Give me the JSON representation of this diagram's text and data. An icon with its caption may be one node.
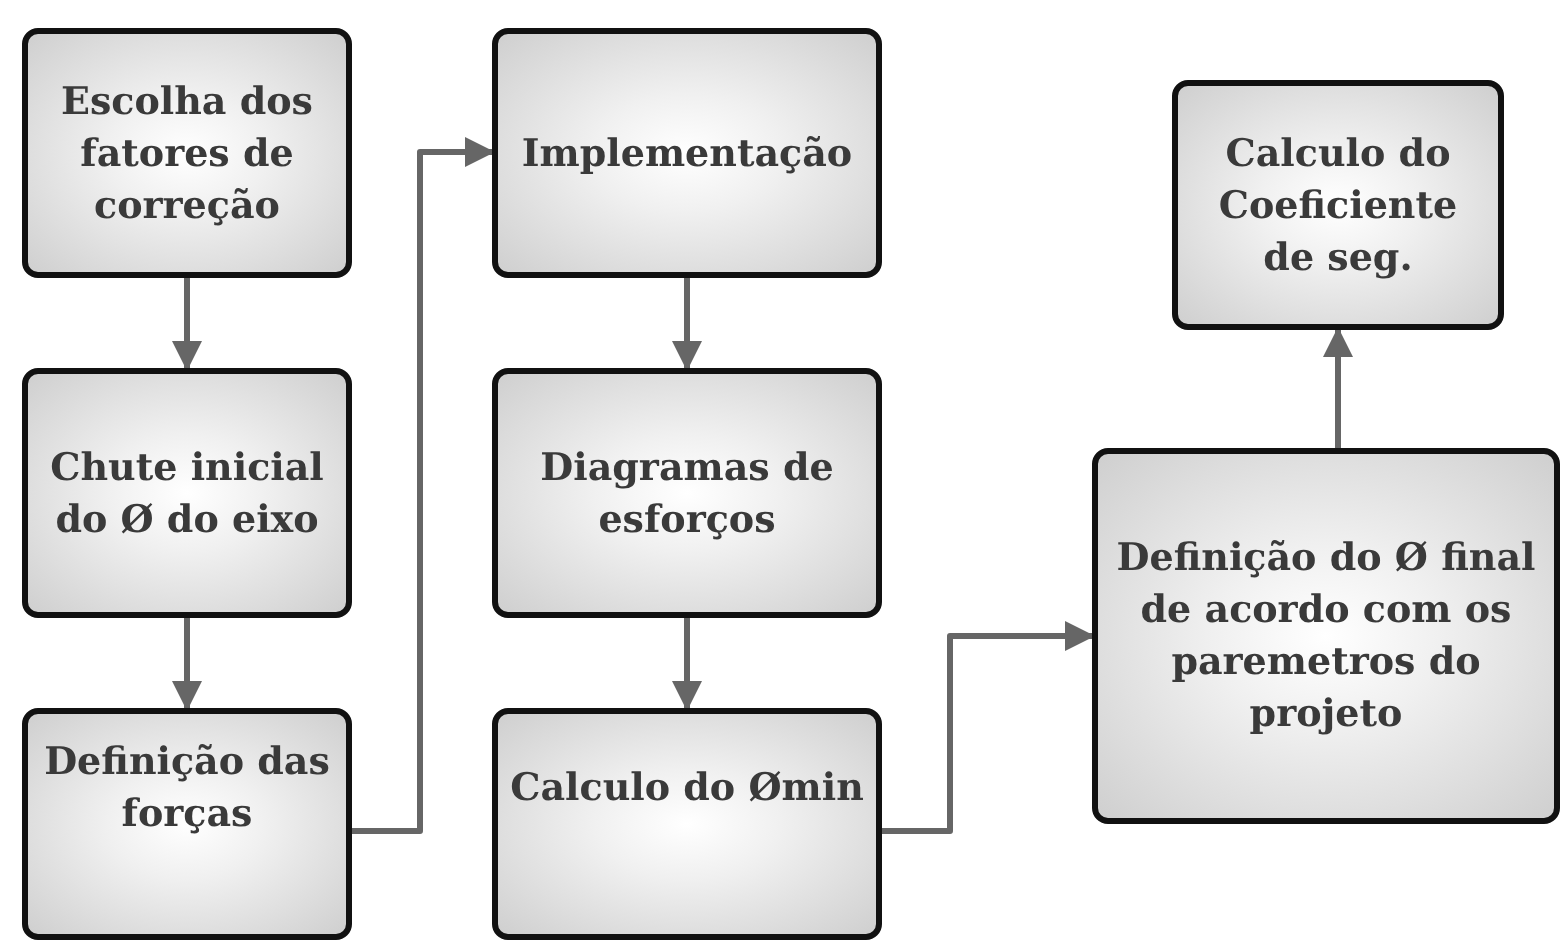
{
  "diagram": {
    "nodes": [
      {
        "text": [
          "Escolha dos fatores de correção"
        ]
      },
      {
        "text": [
          "Chute inicial do Ø do eixo"
        ]
      },
      {
        "text": [
          "Definição das forças"
        ]
      },
      {
        "text": [
          "Implementação"
        ]
      },
      {
        "text": [
          "Diagramas de esforços"
        ]
      },
      {
        "text": [
          "Calculo do Ømin"
        ]
      },
      {
        "text": [
          "Calculo do Coeficiente de seg."
        ]
      },
      {
        "text": [
          "Definição do Ø final de acordo com os paremetros do projeto"
        ]
      }
    ],
    "edges": [
      {
        "from": 0,
        "to": 1,
        "arrow": "to"
      },
      {
        "from": 1,
        "to": 2,
        "arrow": "to"
      },
      {
        "from": 2,
        "to": 3,
        "arrow": "to"
      },
      {
        "from": 3,
        "to": 4,
        "arrow": "to"
      },
      {
        "from": 4,
        "to": 5,
        "arrow": "to"
      },
      {
        "from": 5,
        "to": 7,
        "arrow": "to"
      },
      {
        "from": 7,
        "to": 6,
        "arrow": "to"
      }
    ]
  }
}
